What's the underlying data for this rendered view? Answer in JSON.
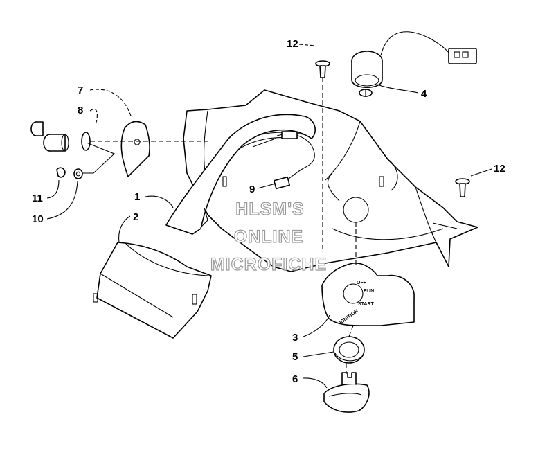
{
  "watermark": {
    "lines": [
      "HLSM'S",
      "ONLINE",
      "MICROFICHE"
    ],
    "color": "#9a9a9a"
  },
  "switch_plate_labels": {
    "off": "OFF",
    "run": "RUN",
    "start": "START",
    "ignition": "IGNITION"
  },
  "callouts": {
    "c1": "1",
    "c2": "2",
    "c3": "3",
    "c4": "4",
    "c5": "5",
    "c6": "6",
    "c7": "7",
    "c8": "8",
    "c9": "9",
    "c10": "10",
    "c11": "11",
    "c12a": "12",
    "c12b": "12"
  },
  "colors": {
    "line": "#000000",
    "background": "#ffffff"
  }
}
